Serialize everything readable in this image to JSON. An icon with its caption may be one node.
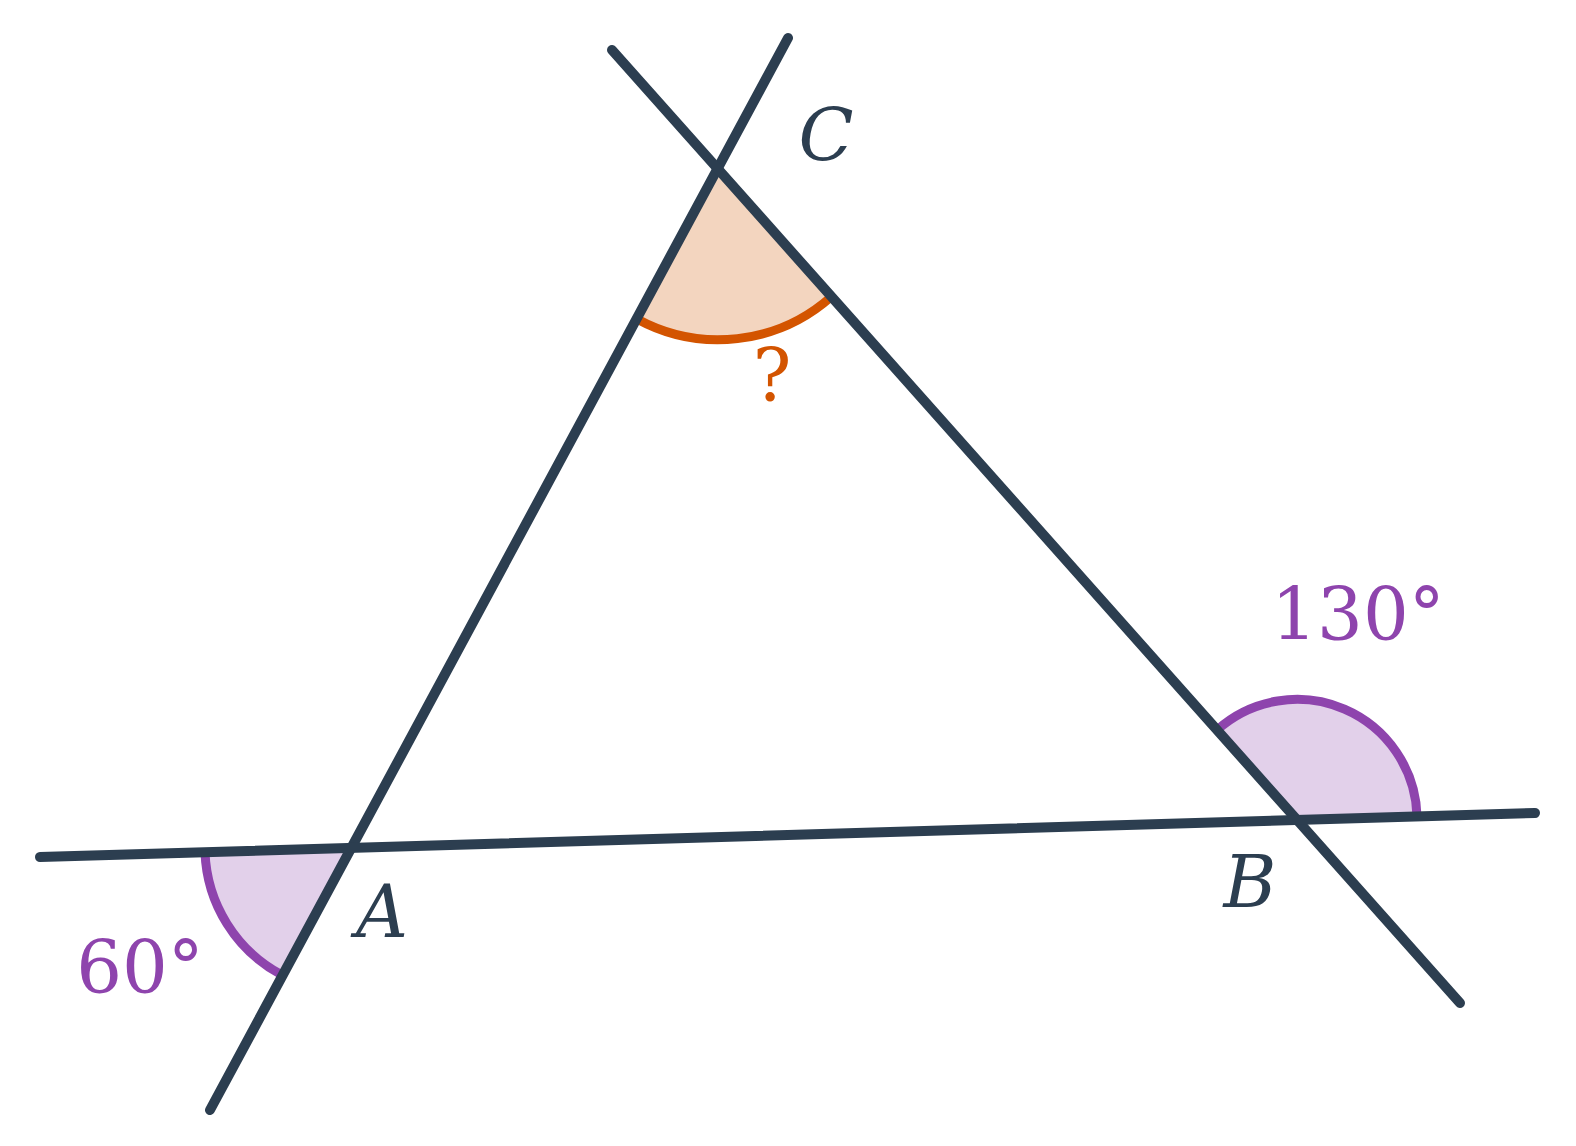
{
  "diagram": {
    "labels": [
      "C",
      "?",
      "130°",
      "B",
      "A",
      "60°"
    ]
  }
}
